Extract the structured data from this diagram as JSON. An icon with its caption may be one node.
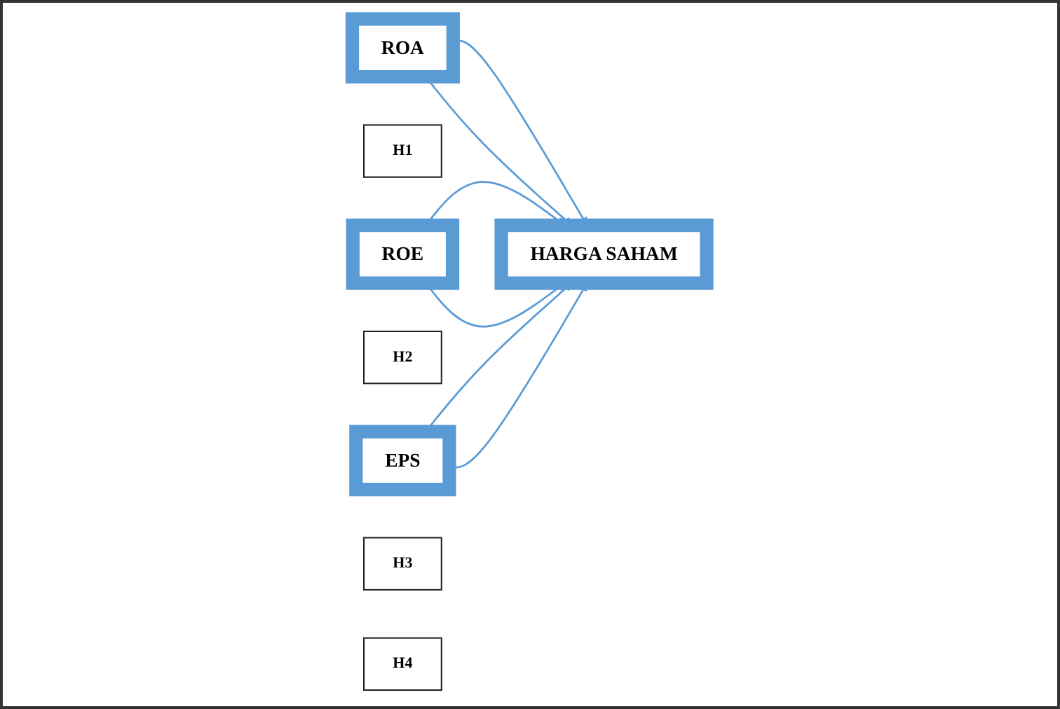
{
  "diagram": {
    "nodes": [
      {
        "text": [
          "ROA"
        ]
      },
      {
        "text": [
          "H1"
        ]
      },
      {
        "text": [
          "ROE"
        ]
      },
      {
        "text": [
          "H2"
        ]
      },
      {
        "text": [
          "HARGA SAHAM"
        ]
      },
      {
        "text": [
          "EPS"
        ]
      },
      {
        "text": [
          "H3"
        ]
      },
      {
        "text": [
          "H4"
        ]
      }
    ],
    "edges": [
      {
        "from": 0,
        "to": 4,
        "arrow": "to"
      },
      {
        "from": 2,
        "to": 4,
        "arrow": "to"
      },
      {
        "from": 5,
        "to": 4,
        "arrow": "to"
      },
      {
        "from": 0,
        "to": 4,
        "arrow": "to"
      },
      {
        "from": 2,
        "to": 4,
        "arrow": "to"
      },
      {
        "from": 5,
        "to": 4,
        "arrow": "to"
      }
    ]
  }
}
